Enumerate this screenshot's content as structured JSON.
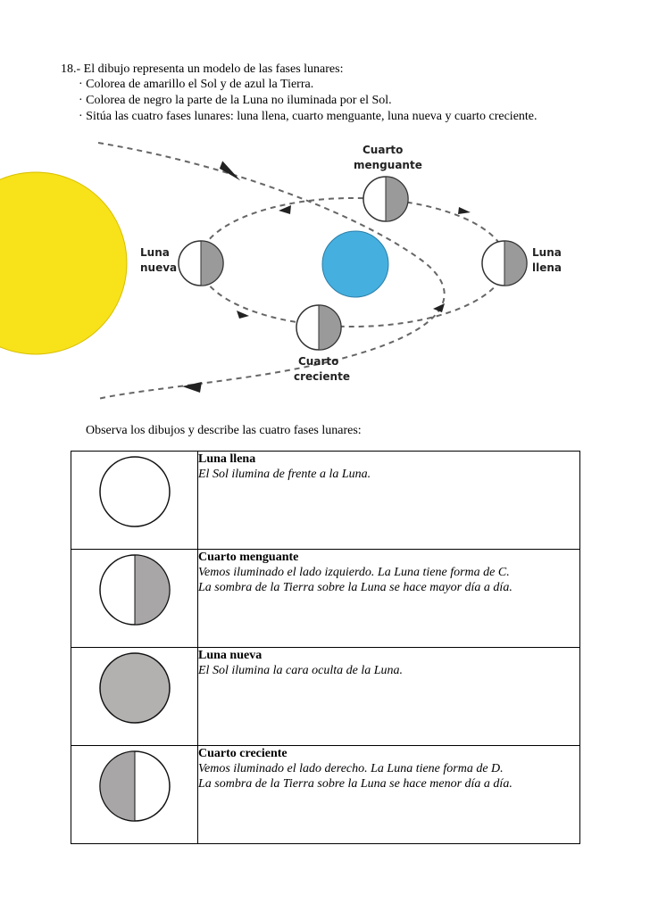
{
  "question": {
    "title": "18.- El dibujo representa un modelo de las fases lunares:",
    "instructions": [
      "· Colorea de amarillo el Sol y de azul la Tierra.",
      "· Colorea de negro la parte de la Luna no iluminada por el Sol.",
      "· Sitúa las cuatro fases lunares: luna llena, cuarto menguante, luna nueva y cuarto creciente."
    ]
  },
  "diagram": {
    "labels": {
      "cuarto_menguante_1": "Cuarto",
      "cuarto_menguante_2": "menguante",
      "luna_nueva_1": "Luna",
      "luna_nueva_2": "nueva",
      "luna_llena_1": "Luna",
      "luna_llena_2": "llena",
      "cuarto_creciente_1": "Cuarto",
      "cuarto_creciente_2": "creciente"
    },
    "colors": {
      "sun": "#f8e21a",
      "earth": "#45b0e0",
      "moon_shadow": "#9a9a9a"
    }
  },
  "observe": "Observa los dibujos y describe las cuatro fases lunares:",
  "phases": [
    {
      "name": "Luna llena",
      "desc1": "El Sol ilumina de frente a la Luna.",
      "desc2": ""
    },
    {
      "name": "Cuarto menguante",
      "desc1": "Vemos iluminado el lado izquierdo. La Luna tiene forma de C.",
      "desc2": "La sombra de la Tierra sobre la Luna se hace mayor día a día."
    },
    {
      "name": "Luna nueva",
      "desc1": "El Sol ilumina la cara oculta de la Luna.",
      "desc2": ""
    },
    {
      "name": "Cuarto creciente",
      "desc1": "Vemos iluminado el lado derecho. La Luna tiene forma de D.",
      "desc2": "La sombra de la Tierra sobre la Luna se hace menor día a día."
    }
  ]
}
